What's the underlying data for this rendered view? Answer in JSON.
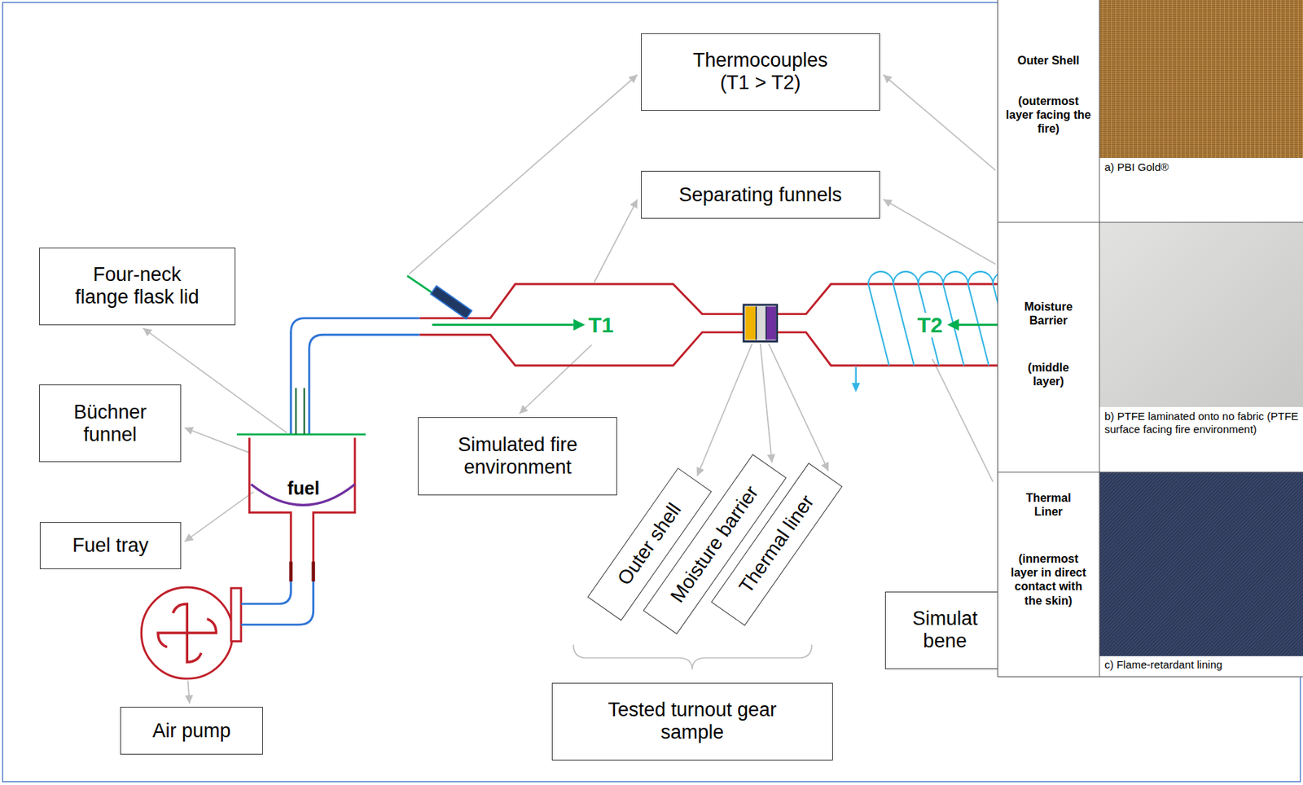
{
  "diagram": {
    "nodes": [
      {
        "text": [
          "Four-neck flange flask lid"
        ]
      },
      {
        "text": [
          "Büchner funnel"
        ]
      },
      {
        "text": [
          "Fuel tray"
        ]
      },
      {
        "text": [
          "Air pump"
        ]
      },
      {
        "text": [
          "Thermocouples (T1 > T2)"
        ]
      },
      {
        "text": [
          "Separating funnels"
        ]
      },
      {
        "text": [
          "Simulated fire environment"
        ]
      },
      {
        "text": [
          "Outer shell"
        ]
      },
      {
        "text": [
          "Moisture barrier"
        ]
      },
      {
        "text": [
          "Thermal liner"
        ]
      },
      {
        "text": [
          "Tested turnout gear sample"
        ]
      },
      {
        "text": [
          "Simulat bene"
        ]
      }
    ],
    "labels": [
      "fuel",
      "T1",
      "T2",
      "Outer Shell",
      "(outermost layer facing the fire)",
      "a) PBI Gold®",
      "Moisture Barrier",
      "(middle layer)",
      "b) PTFE laminated onto no fabric (PTFE surface facing fire environment)",
      "Thermal Liner",
      "(innermost layer in direct contact with the skin)",
      "c) Flame-retardant lining"
    ]
  }
}
